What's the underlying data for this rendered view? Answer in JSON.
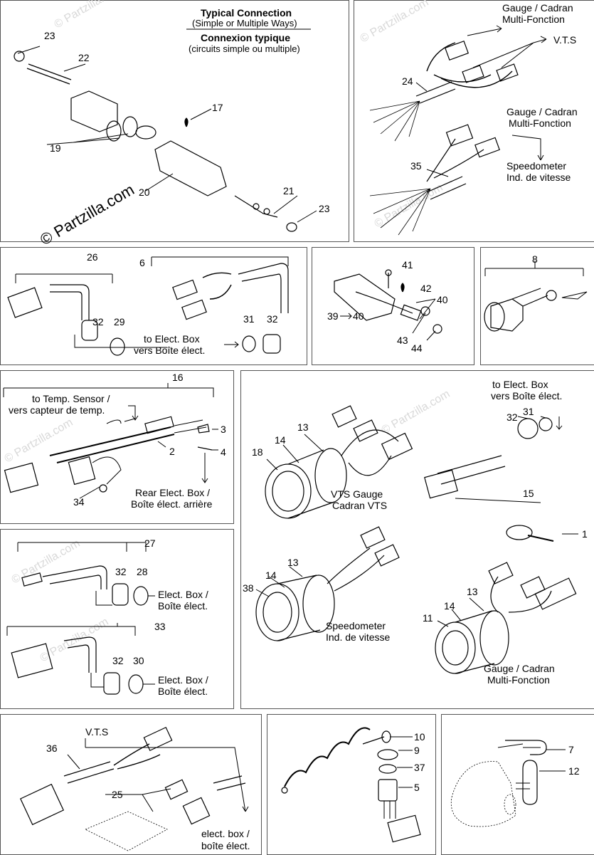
{
  "watermark": "© Partzilla.com",
  "header": {
    "title_en": "Typical Connection",
    "subtitle_en": "(Simple or Multiple Ways)",
    "title_fr": "Connexion typique",
    "subtitle_fr": "(circuits simple ou multiple)"
  },
  "callouts": {
    "p1": [
      "23",
      "22",
      "17",
      "19",
      "20",
      "21",
      "23"
    ],
    "p2": [
      "24",
      "35"
    ],
    "p3": [
      "26",
      "6",
      "32",
      "29",
      "31",
      "32"
    ],
    "p4": [
      "41",
      "42",
      "40",
      "39",
      "40",
      "43",
      "44"
    ],
    "p5": [
      "8"
    ],
    "p6": [
      "16",
      "3",
      "2",
      "4",
      "34"
    ],
    "p7": [
      "14",
      "13",
      "18",
      "32",
      "31",
      "15",
      "1",
      "14",
      "13",
      "38",
      "14",
      "13",
      "11"
    ],
    "p8": [
      "27",
      "32",
      "28",
      "33",
      "32",
      "30"
    ],
    "p9": [
      "36",
      "25"
    ],
    "p10": [
      "10",
      "9",
      "37",
      "5"
    ],
    "p11": [
      "7",
      "12"
    ]
  },
  "labels": {
    "gauge_multi_1": [
      "Gauge / Cadran",
      "Multi-Fonction"
    ],
    "vts_top": "V.T.S",
    "gauge_multi_2": [
      "Gauge / Cadran",
      "Multi-Fonction"
    ],
    "speedometer_top": [
      "Speedometer",
      "Ind. de vitesse"
    ],
    "to_elect_box_a": [
      "to Elect. Box",
      "vers Boîte élect."
    ],
    "to_temp_sensor": [
      "to Temp. Sensor /",
      "vers capteur de temp."
    ],
    "rear_elect_box": [
      "Rear Elect. Box /",
      "Boîte élect. arrière"
    ],
    "to_elect_box_b": [
      "to Elect. Box",
      "vers Boîte élect."
    ],
    "vts_gauge": [
      "VTS Gauge",
      "Cadran VTS"
    ],
    "speedometer_mid": [
      "Speedometer",
      "Ind. de vitesse"
    ],
    "gauge_multi_3": [
      "Gauge / Cadran",
      "Multi-Fonction"
    ],
    "elect_box_1": [
      "Elect. Box /",
      "Boîte élect."
    ],
    "elect_box_2": [
      "Elect. Box /",
      "Boîte élect."
    ],
    "vts_bottom": "V.T.S",
    "elect_box_bottom": [
      "elect. box /",
      "boîte élect."
    ]
  }
}
